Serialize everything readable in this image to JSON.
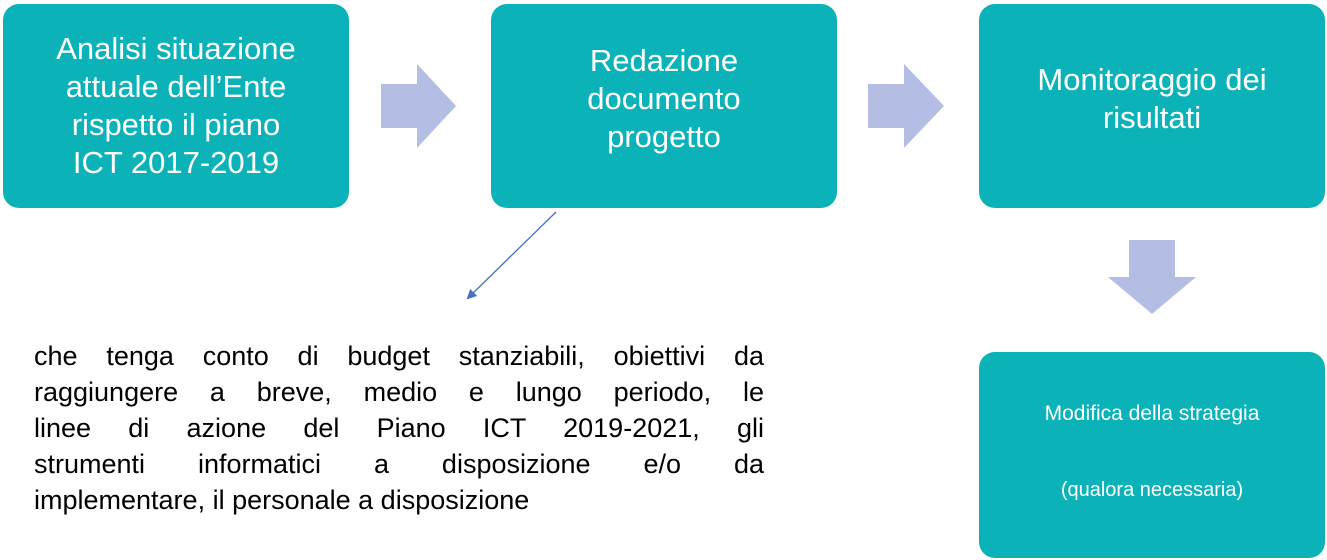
{
  "colors": {
    "box_fill": "#0bb3b8",
    "box_text": "#ffffff",
    "block_arrow": "#b4bde3",
    "connector_arrow": "#4472c4",
    "note_text": "#000000"
  },
  "steps": [
    {
      "id": "analysis",
      "label": "Analisi situazione\nattuale dell’Ente\nrispetto il piano\nICT 2017-2019"
    },
    {
      "id": "drafting",
      "label": "Redazione\ndocumento\nprogetto"
    },
    {
      "id": "monitoring",
      "label": "Monitoraggio dei\nrisultati"
    },
    {
      "id": "strategy",
      "label_line1": "Modifica della strategia",
      "label_line2": "(qualora necessaria)"
    }
  ],
  "note": {
    "lines": [
      "che tenga conto di budget stanziabili, obiettivi da",
      "raggiungere a breve, medio e lungo periodo, le",
      "linee di azione del Piano ICT 2019-2021, gli",
      "strumenti informatici a disposizione e/o da",
      "implementare, il personale a disposizione"
    ]
  }
}
